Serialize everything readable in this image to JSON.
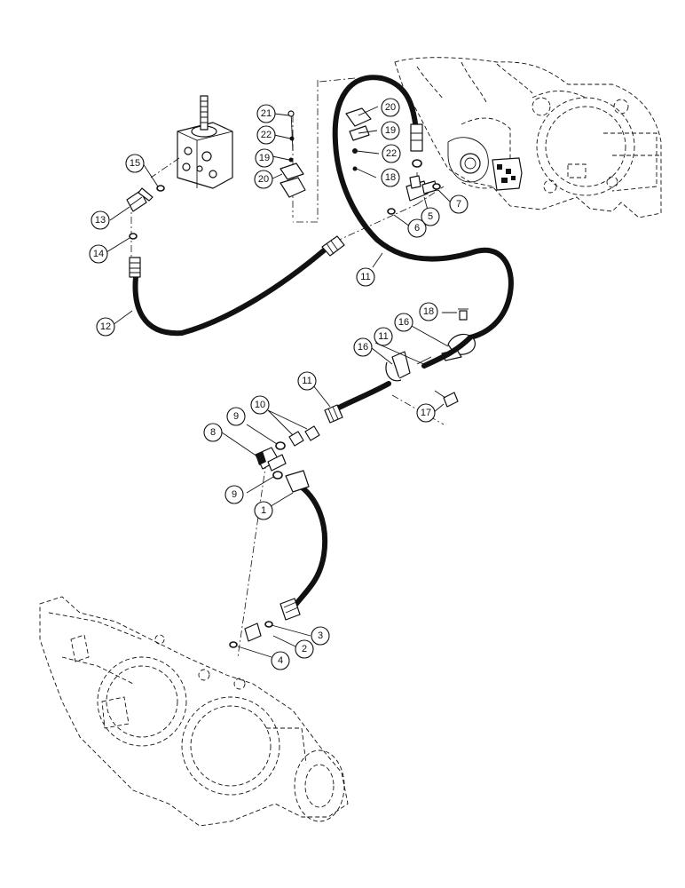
{
  "callouts": [
    {
      "id": "c1",
      "label": "1"
    },
    {
      "id": "c2",
      "label": "2"
    },
    {
      "id": "c3",
      "label": "3"
    },
    {
      "id": "c4",
      "label": "4"
    },
    {
      "id": "c5",
      "label": "5"
    },
    {
      "id": "c6",
      "label": "6"
    },
    {
      "id": "c7",
      "label": "7"
    },
    {
      "id": "c8",
      "label": "8"
    },
    {
      "id": "c9a",
      "label": "9"
    },
    {
      "id": "c9b",
      "label": "9"
    },
    {
      "id": "c10",
      "label": "10"
    },
    {
      "id": "c11a",
      "label": "11"
    },
    {
      "id": "c11b",
      "label": "11"
    },
    {
      "id": "c11c",
      "label": "11"
    },
    {
      "id": "c12",
      "label": "12"
    },
    {
      "id": "c13",
      "label": "13"
    },
    {
      "id": "c14",
      "label": "14"
    },
    {
      "id": "c15",
      "label": "15"
    },
    {
      "id": "c16a",
      "label": "16"
    },
    {
      "id": "c16b",
      "label": "16"
    },
    {
      "id": "c17",
      "label": "17"
    },
    {
      "id": "c18a",
      "label": "18"
    },
    {
      "id": "c18b",
      "label": "18"
    },
    {
      "id": "c19a",
      "label": "19"
    },
    {
      "id": "c19b",
      "label": "19"
    },
    {
      "id": "c20a",
      "label": "20"
    },
    {
      "id": "c20b",
      "label": "20"
    },
    {
      "id": "c21",
      "label": "21"
    },
    {
      "id": "c22a",
      "label": "22"
    },
    {
      "id": "c22b",
      "label": "22"
    }
  ]
}
